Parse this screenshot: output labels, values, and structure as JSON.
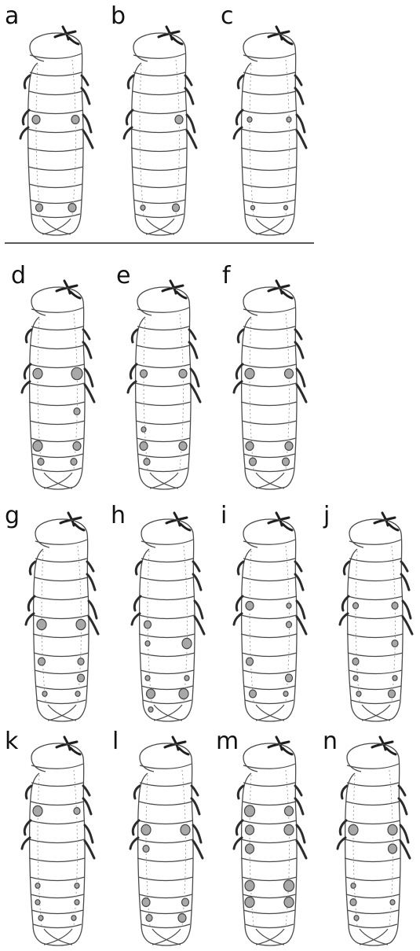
{
  "figure": {
    "colors": {
      "spot_fill": "#a8a8a8",
      "outline": "#4a4a4a",
      "legs": "#2b2b2b"
    },
    "panels": [
      {
        "label": "a",
        "spots": [
          [
            "L",
            4,
            5
          ],
          [
            "R",
            4,
            5
          ],
          [
            "L",
            9,
            4.5
          ],
          [
            "R",
            9,
            5
          ]
        ]
      },
      {
        "label": "b",
        "spots": [
          [
            "R",
            4,
            5
          ],
          [
            "L",
            9,
            3
          ],
          [
            "R",
            9,
            4.5
          ]
        ]
      },
      {
        "label": "c",
        "spots": [
          [
            "L",
            4,
            3
          ],
          [
            "R",
            4,
            3
          ],
          [
            "L",
            9,
            2.5
          ],
          [
            "R",
            9,
            2.5
          ]
        ]
      },
      {
        "label": "d",
        "spots": [
          [
            "L",
            4,
            6
          ],
          [
            "R",
            4,
            7
          ],
          [
            "R",
            6,
            4
          ],
          [
            "L",
            8,
            6
          ],
          [
            "R",
            8,
            5
          ],
          [
            "L",
            9,
            4
          ],
          [
            "R",
            9,
            4
          ]
        ]
      },
      {
        "label": "e",
        "spots": [
          [
            "L",
            4,
            4.5
          ],
          [
            "R",
            4,
            5
          ],
          [
            "L",
            7,
            3
          ],
          [
            "L",
            8,
            5
          ],
          [
            "R",
            8,
            5
          ],
          [
            "L",
            9,
            4
          ]
        ]
      },
      {
        "label": "f",
        "spots": [
          [
            "L",
            4,
            6
          ],
          [
            "R",
            4,
            5.5
          ],
          [
            "L",
            8,
            5
          ],
          [
            "R",
            8,
            5
          ],
          [
            "L",
            9,
            4.5
          ],
          [
            "R",
            9,
            4.5
          ]
        ]
      },
      {
        "label": "g",
        "spots": [
          [
            "L",
            5,
            6
          ],
          [
            "R",
            5,
            6
          ],
          [
            "L",
            7,
            4.5
          ],
          [
            "R",
            7,
            4
          ],
          [
            "R",
            8,
            4.5
          ],
          [
            "L",
            9,
            3
          ],
          [
            "R",
            9,
            3
          ]
        ]
      },
      {
        "label": "h",
        "spots": [
          [
            "L",
            5,
            4.5
          ],
          [
            "L",
            6,
            3
          ],
          [
            "R",
            6,
            6
          ],
          [
            "L",
            8,
            3
          ],
          [
            "R",
            8,
            3
          ],
          [
            "L",
            9,
            5.5
          ],
          [
            "R",
            9,
            6
          ],
          [
            "L",
            10,
            3
          ]
        ]
      },
      {
        "label": "i",
        "spots": [
          [
            "L",
            4,
            5
          ],
          [
            "R",
            4,
            3
          ],
          [
            "R",
            5,
            3.5
          ],
          [
            "L",
            7,
            4.5
          ],
          [
            "R",
            8,
            4.5
          ],
          [
            "L",
            9,
            4.5
          ],
          [
            "R",
            9,
            3
          ]
        ]
      },
      {
        "label": "j",
        "spots": [
          [
            "L",
            4,
            3.5
          ],
          [
            "R",
            4,
            4
          ],
          [
            "R",
            6,
            4
          ],
          [
            "L",
            7,
            4
          ],
          [
            "L",
            8,
            3
          ],
          [
            "R",
            8,
            3
          ],
          [
            "L",
            9,
            3
          ],
          [
            "R",
            9,
            4.5
          ]
        ]
      },
      {
        "label": "k",
        "spots": [
          [
            "L",
            3,
            6
          ],
          [
            "R",
            3,
            4
          ],
          [
            "L",
            7,
            3
          ],
          [
            "R",
            7,
            3
          ],
          [
            "L",
            8,
            3
          ],
          [
            "R",
            8,
            3
          ],
          [
            "L",
            9,
            3
          ],
          [
            "R",
            9,
            3
          ]
        ]
      },
      {
        "label": "l",
        "spots": [
          [
            "L",
            4,
            6
          ],
          [
            "R",
            4,
            6
          ],
          [
            "L",
            5,
            4
          ],
          [
            "L",
            8,
            5
          ],
          [
            "R",
            8,
            4.5
          ],
          [
            "L",
            9,
            4
          ],
          [
            "R",
            9,
            5
          ]
        ]
      },
      {
        "label": "m",
        "spots": [
          [
            "L",
            3,
            6.5
          ],
          [
            "R",
            3,
            5.5
          ],
          [
            "L",
            4,
            5.5
          ],
          [
            "R",
            4,
            6
          ],
          [
            "L",
            5,
            5.5
          ],
          [
            "L",
            7,
            6
          ],
          [
            "R",
            7,
            6.5
          ],
          [
            "L",
            8,
            6
          ],
          [
            "R",
            8,
            6
          ]
        ]
      },
      {
        "label": "n",
        "spots": [
          [
            "L",
            4,
            6
          ],
          [
            "R",
            4,
            6
          ],
          [
            "R",
            5,
            5.5
          ],
          [
            "L",
            7,
            3
          ],
          [
            "L",
            8,
            4
          ],
          [
            "R",
            8,
            3
          ],
          [
            "L",
            9,
            3
          ]
        ]
      }
    ]
  }
}
